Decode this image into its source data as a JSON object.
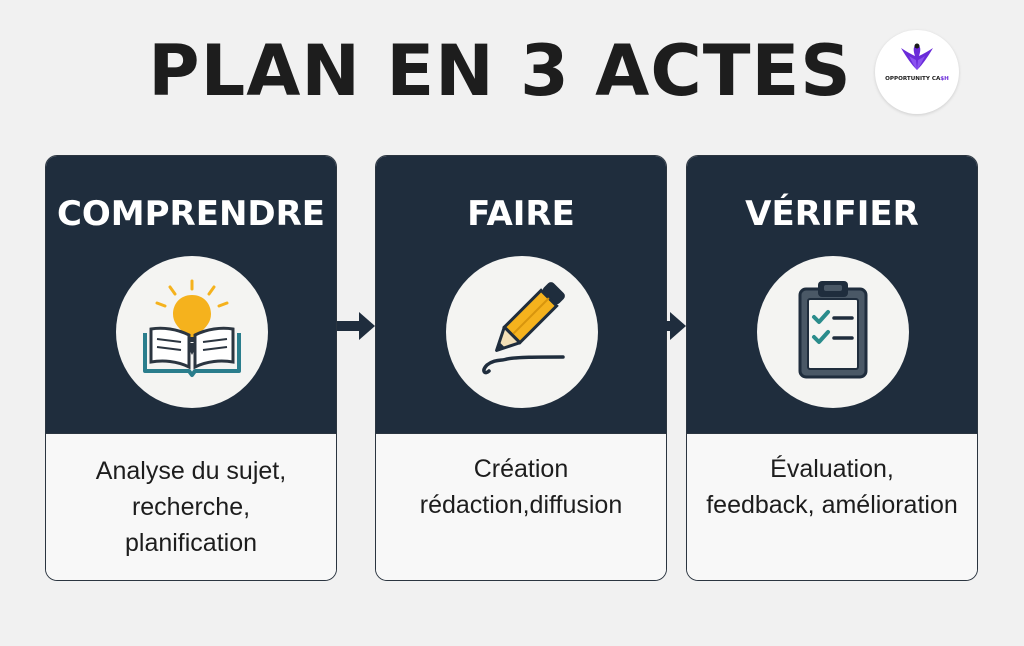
{
  "title": "PLAN EN 3 ACTES",
  "logo": {
    "icon": "phoenix-icon",
    "text_main": "OPPORTUNITY CA",
    "text_accent": "$H",
    "accent_color": "#6a2bd9"
  },
  "colors": {
    "card_top": "#1f2d3d",
    "card_bottom": "#f8f8f8",
    "title": "#1d1d1d"
  },
  "steps": [
    {
      "heading": "COMPRENDRE",
      "icon": "lightbulb-book-icon",
      "desc_lines": [
        "Analyse du sujet,",
        "recherche,",
        "planification"
      ]
    },
    {
      "heading": "FAIRE",
      "icon": "pencil-icon",
      "desc_lines": [
        "Création",
        "rédaction,diffusion"
      ]
    },
    {
      "heading": "VÉRIFIER",
      "icon": "clipboard-checklist-icon",
      "desc_lines": [
        "Évaluation,",
        "feedback, amélioration"
      ]
    }
  ]
}
